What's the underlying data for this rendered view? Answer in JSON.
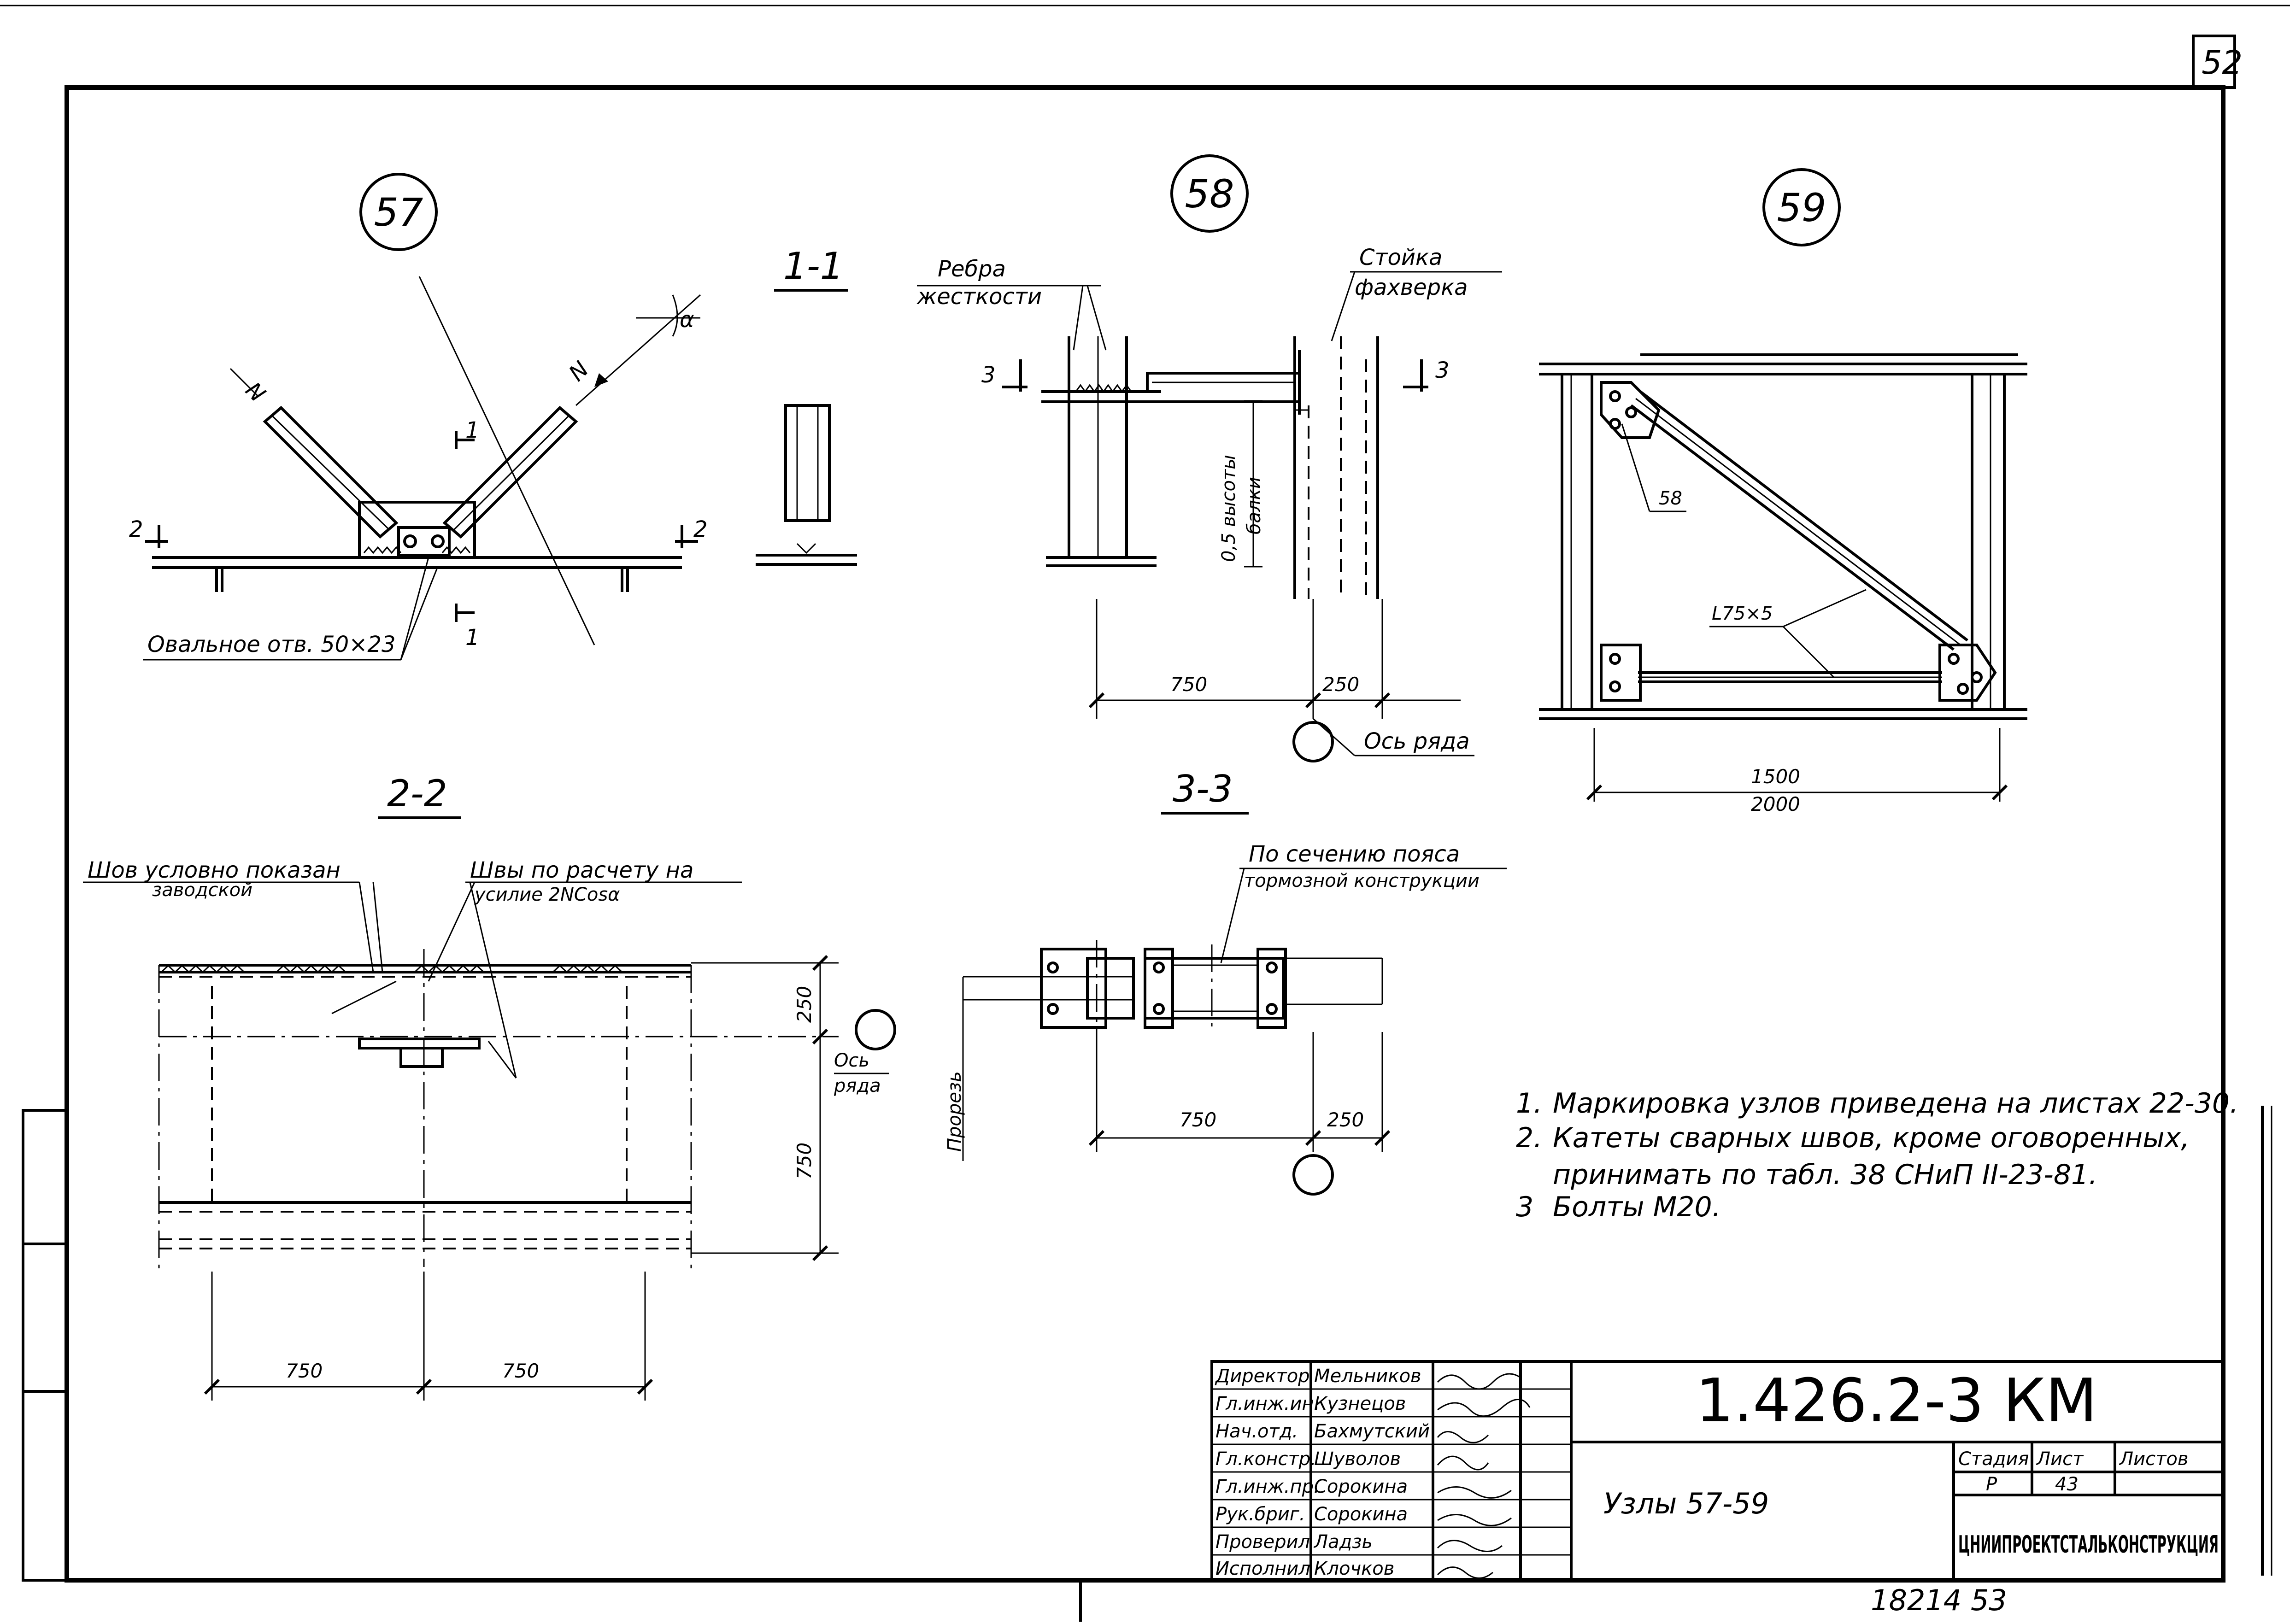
{
  "sheet_corner_number": "52",
  "nodes": {
    "n57": {
      "number": "57",
      "section_label": "1-1",
      "force_label_left": "N",
      "force_label_right": "N",
      "angle_label": "α",
      "cut_labels": {
        "left": "2",
        "right": "2",
        "top": "1",
        "bottom": "1"
      },
      "hole_callout": "Овальное отв. 50×23"
    },
    "n58": {
      "number": "58",
      "rib_callout_line1": "Ребра",
      "rib_callout_line2": "жесткости",
      "post_callout_line1": "Стойка",
      "post_callout_line2": "фахверка",
      "cut_left": "3",
      "cut_right": "3",
      "height_label_line1": "0,5 высоты",
      "height_label_line2": "балки",
      "dim_left": "750",
      "dim_right": "250",
      "axis_callout": "Ось ряда"
    },
    "n59": {
      "number": "59",
      "plate_label": "58",
      "angle_label": "L75×5",
      "dim_inner": "1500",
      "dim_outer": "2000"
    }
  },
  "section22": {
    "title": "2-2",
    "callout_left_line1": "Шов условно показан",
    "callout_left_line2": "заводской",
    "callout_right_line1": "Швы по расчету на",
    "callout_right_line2": "усилие 2NCosα",
    "dim_v_top": "250",
    "dim_v_bottom": "750",
    "axis_line1": "Ось",
    "axis_line2": "ряда",
    "dim_h_left": "750",
    "dim_h_right": "750"
  },
  "section33": {
    "title": "3-3",
    "callout_line1": "По сечению пояса",
    "callout_line2": "тормозной конструкции",
    "slot_label": "Прорезь",
    "dim_left": "750",
    "dim_right": "250"
  },
  "notes": [
    {
      "num": "1.",
      "text": "Маркировка узлов приведена на листах 22-30."
    },
    {
      "num": "2.",
      "text": "Катеты сварных швов, кроме оговоренных,"
    },
    {
      "num": "",
      "text": "принимать по табл. 38 СНиП II-23-81."
    },
    {
      "num": "3",
      "text": "Болты М20."
    }
  ],
  "title_block": {
    "roles": [
      {
        "role": "Директор",
        "name": "Мельников"
      },
      {
        "role": "Гл.инж.ин.",
        "name": "Кузнецов"
      },
      {
        "role": "Нач.отд.",
        "name": "Бахмутский"
      },
      {
        "role": "Гл.констр.",
        "name": "Шуволов"
      },
      {
        "role": "Гл.инж.пр.",
        "name": "Сорокина"
      },
      {
        "role": "Рук.бриг.",
        "name": "Сорокина"
      },
      {
        "role": "Проверил",
        "name": "Ладзь"
      },
      {
        "role": "Исполнил",
        "name": "Клочков"
      }
    ],
    "designation": "1.426.2-3 КМ",
    "sheet_title": "Узлы 57-59",
    "stage_header": "Стадия",
    "sheet_header": "Лист",
    "sheets_header": "Листов",
    "stage_value": "Р",
    "sheet_value": "43",
    "sheets_value": "",
    "organization": "ЦНИИПРОЕКТСТАЛЬКОНСТРУКЦИЯ"
  },
  "bottom_stamp": "18214 53"
}
